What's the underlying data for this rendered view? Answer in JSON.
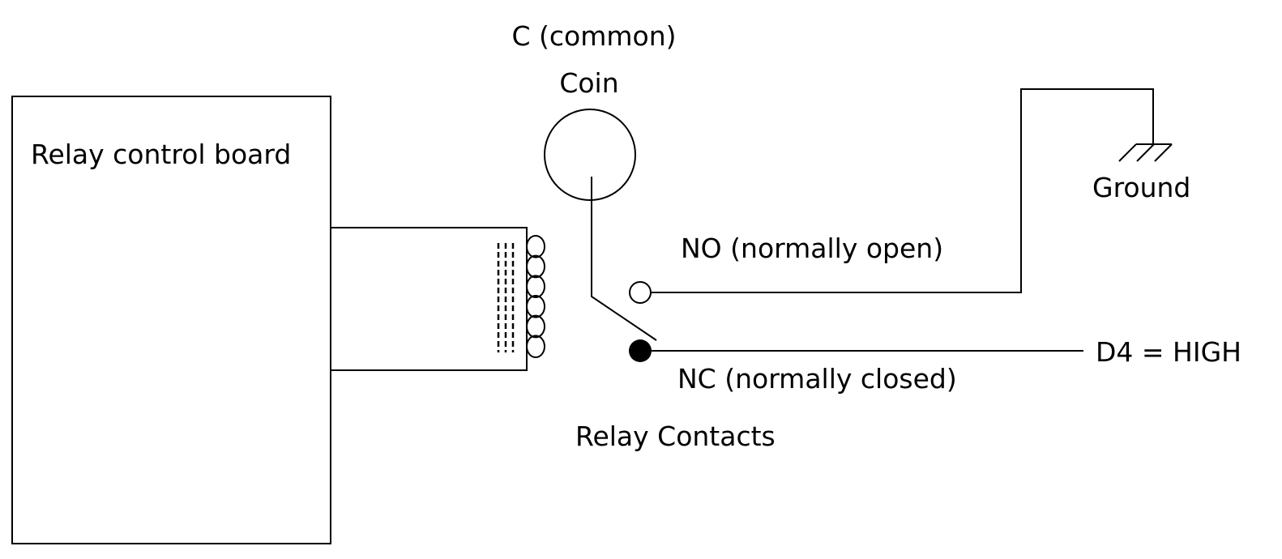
{
  "diagram": {
    "title": "Relay wiring for coin common contact",
    "labels": {
      "relay_board": "Relay control board",
      "common": "C (common)",
      "coin": "Coin",
      "ground": "Ground",
      "no": "NO (normally open)",
      "nc": "NC (normally closed)",
      "d4": "D4 = HIGH",
      "contacts": "Relay Contacts"
    },
    "components": [
      {
        "id": "relay-board",
        "type": "box"
      },
      {
        "id": "relay-coil",
        "type": "coil",
        "turns": 6
      },
      {
        "id": "coin",
        "type": "circle",
        "role": "common"
      },
      {
        "id": "no-terminal",
        "type": "terminal",
        "state": "open"
      },
      {
        "id": "nc-terminal",
        "type": "terminal",
        "state": "closed"
      },
      {
        "id": "ground",
        "type": "ground-symbol"
      }
    ],
    "connections": [
      {
        "from": "relay-board",
        "to": "relay-coil"
      },
      {
        "from": "coin",
        "to": "nc-terminal",
        "note": "switch arm resting on NC"
      },
      {
        "from": "no-terminal",
        "to": "ground"
      },
      {
        "from": "nc-terminal",
        "to": "D4"
      }
    ],
    "colors": {
      "stroke": "#000000",
      "background": "#ffffff"
    }
  }
}
